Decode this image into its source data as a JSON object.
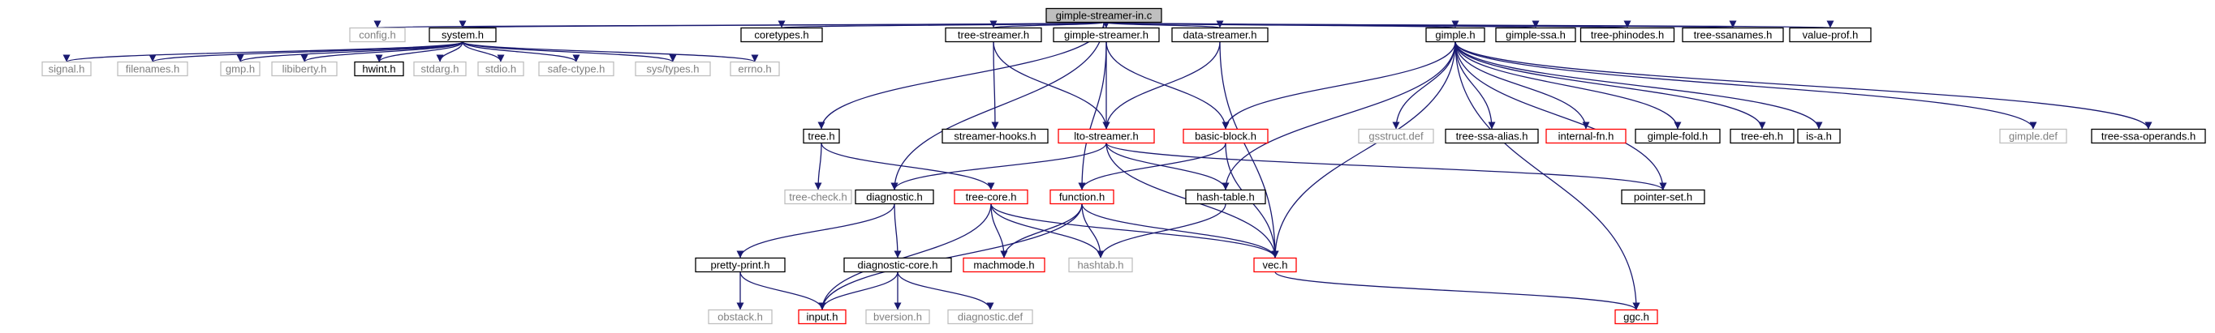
{
  "graph": {
    "colors": {
      "edge": "#191970",
      "black": "#000000",
      "gray": "#bfbfbf",
      "red": "#ff0000",
      "root_fill": "#bfbfbf",
      "gray_text": "#7f7f7f"
    },
    "nodes": [
      {
        "id": "root",
        "label": "gimple-streamer-in.c",
        "style": "root"
      },
      {
        "id": "config",
        "label": "config.h",
        "style": "gray"
      },
      {
        "id": "system",
        "label": "system.h",
        "style": "black"
      },
      {
        "id": "coretypes",
        "label": "coretypes.h",
        "style": "black"
      },
      {
        "id": "treestreamer",
        "label": "tree-streamer.h",
        "style": "black"
      },
      {
        "id": "gimplestreamer",
        "label": "gimple-streamer.h",
        "style": "black"
      },
      {
        "id": "datastreamer",
        "label": "data-streamer.h",
        "style": "black"
      },
      {
        "id": "gimple",
        "label": "gimple.h",
        "style": "black"
      },
      {
        "id": "gimplessa",
        "label": "gimple-ssa.h",
        "style": "black"
      },
      {
        "id": "treephinodes",
        "label": "tree-phinodes.h",
        "style": "black"
      },
      {
        "id": "treessanames",
        "label": "tree-ssanames.h",
        "style": "black"
      },
      {
        "id": "valueprof",
        "label": "value-prof.h",
        "style": "black"
      },
      {
        "id": "signal",
        "label": "signal.h",
        "style": "gray"
      },
      {
        "id": "filenames",
        "label": "filenames.h",
        "style": "gray"
      },
      {
        "id": "gmp",
        "label": "gmp.h",
        "style": "gray"
      },
      {
        "id": "libiberty",
        "label": "libiberty.h",
        "style": "gray"
      },
      {
        "id": "hwint",
        "label": "hwint.h",
        "style": "black"
      },
      {
        "id": "stdarg",
        "label": "stdarg.h",
        "style": "gray"
      },
      {
        "id": "stdio",
        "label": "stdio.h",
        "style": "gray"
      },
      {
        "id": "safectype",
        "label": "safe-ctype.h",
        "style": "gray"
      },
      {
        "id": "systypes",
        "label": "sys/types.h",
        "style": "gray"
      },
      {
        "id": "errno",
        "label": "errno.h",
        "style": "gray"
      },
      {
        "id": "tree",
        "label": "tree.h",
        "style": "black"
      },
      {
        "id": "streamerhooks",
        "label": "streamer-hooks.h",
        "style": "black"
      },
      {
        "id": "ltostreamer",
        "label": "lto-streamer.h",
        "style": "red"
      },
      {
        "id": "basicblock",
        "label": "basic-block.h",
        "style": "red"
      },
      {
        "id": "gsstruct",
        "label": "gsstruct.def",
        "style": "gray"
      },
      {
        "id": "treessaalias",
        "label": "tree-ssa-alias.h",
        "style": "black"
      },
      {
        "id": "internalfn",
        "label": "internal-fn.h",
        "style": "red"
      },
      {
        "id": "gimplefold",
        "label": "gimple-fold.h",
        "style": "black"
      },
      {
        "id": "treeeh",
        "label": "tree-eh.h",
        "style": "black"
      },
      {
        "id": "isa",
        "label": "is-a.h",
        "style": "black"
      },
      {
        "id": "gimpledef",
        "label": "gimple.def",
        "style": "gray"
      },
      {
        "id": "treessaoperands",
        "label": "tree-ssa-operands.h",
        "style": "black"
      },
      {
        "id": "treecheck",
        "label": "tree-check.h",
        "style": "gray"
      },
      {
        "id": "diagnostic",
        "label": "diagnostic.h",
        "style": "black"
      },
      {
        "id": "treecore",
        "label": "tree-core.h",
        "style": "red"
      },
      {
        "id": "function",
        "label": "function.h",
        "style": "red"
      },
      {
        "id": "hashtable",
        "label": "hash-table.h",
        "style": "black"
      },
      {
        "id": "pointerset",
        "label": "pointer-set.h",
        "style": "black"
      },
      {
        "id": "prettyprint",
        "label": "pretty-print.h",
        "style": "black"
      },
      {
        "id": "diagnosticcore",
        "label": "diagnostic-core.h",
        "style": "black"
      },
      {
        "id": "machmode",
        "label": "machmode.h",
        "style": "red"
      },
      {
        "id": "hashtab",
        "label": "hashtab.h",
        "style": "gray"
      },
      {
        "id": "vec",
        "label": "vec.h",
        "style": "red"
      },
      {
        "id": "obstack",
        "label": "obstack.h",
        "style": "gray"
      },
      {
        "id": "input",
        "label": "input.h",
        "style": "red"
      },
      {
        "id": "bversion",
        "label": "bversion.h",
        "style": "gray"
      },
      {
        "id": "diagnosticdef",
        "label": "diagnostic.def",
        "style": "gray"
      },
      {
        "id": "ggc",
        "label": "ggc.h",
        "style": "red"
      }
    ],
    "edges": [
      [
        "root",
        "config"
      ],
      [
        "root",
        "system"
      ],
      [
        "root",
        "coretypes"
      ],
      [
        "root",
        "tree"
      ],
      [
        "root",
        "diagnostic"
      ],
      [
        "root",
        "treestreamer"
      ],
      [
        "root",
        "gimplestreamer"
      ],
      [
        "root",
        "datastreamer"
      ],
      [
        "root",
        "gimple"
      ],
      [
        "root",
        "gimplessa"
      ],
      [
        "root",
        "treephinodes"
      ],
      [
        "root",
        "treessanames"
      ],
      [
        "root",
        "valueprof"
      ],
      [
        "system",
        "signal"
      ],
      [
        "system",
        "filenames"
      ],
      [
        "system",
        "gmp"
      ],
      [
        "system",
        "libiberty"
      ],
      [
        "system",
        "hwint"
      ],
      [
        "system",
        "stdarg"
      ],
      [
        "system",
        "stdio"
      ],
      [
        "system",
        "safectype"
      ],
      [
        "system",
        "systypes"
      ],
      [
        "system",
        "errno"
      ],
      [
        "tree",
        "treecheck"
      ],
      [
        "tree",
        "treecore"
      ],
      [
        "treestreamer",
        "streamerhooks"
      ],
      [
        "treestreamer",
        "ltostreamer"
      ],
      [
        "gimplestreamer",
        "ltostreamer"
      ],
      [
        "gimplestreamer",
        "basicblock"
      ],
      [
        "gimplestreamer",
        "function"
      ],
      [
        "datastreamer",
        "ltostreamer"
      ],
      [
        "datastreamer",
        "vec"
      ],
      [
        "gimple",
        "basicblock"
      ],
      [
        "gimple",
        "gsstruct"
      ],
      [
        "gimple",
        "treessaalias"
      ],
      [
        "gimple",
        "internalfn"
      ],
      [
        "gimple",
        "gimplefold"
      ],
      [
        "gimple",
        "treeeh"
      ],
      [
        "gimple",
        "isa"
      ],
      [
        "gimple",
        "gimpledef"
      ],
      [
        "gimple",
        "treessaoperands"
      ],
      [
        "gimple",
        "hashtable"
      ],
      [
        "gimple",
        "vec"
      ],
      [
        "gimple",
        "ggc"
      ],
      [
        "gimple",
        "pointerset"
      ],
      [
        "ltostreamer",
        "diagnostic"
      ],
      [
        "ltostreamer",
        "hashtable"
      ],
      [
        "ltostreamer",
        "vec"
      ],
      [
        "ltostreamer",
        "pointerset"
      ],
      [
        "basicblock",
        "function"
      ],
      [
        "basicblock",
        "vec"
      ],
      [
        "diagnostic",
        "prettyprint"
      ],
      [
        "diagnostic",
        "diagnosticcore"
      ],
      [
        "treecore",
        "input"
      ],
      [
        "treecore",
        "machmode"
      ],
      [
        "treecore",
        "hashtab"
      ],
      [
        "treecore",
        "vec"
      ],
      [
        "function",
        "machmode"
      ],
      [
        "function",
        "hashtab"
      ],
      [
        "function",
        "vec"
      ],
      [
        "function",
        "input"
      ],
      [
        "hashtable",
        "hashtab"
      ],
      [
        "prettyprint",
        "obstack"
      ],
      [
        "prettyprint",
        "input"
      ],
      [
        "diagnosticcore",
        "input"
      ],
      [
        "diagnosticcore",
        "bversion"
      ],
      [
        "diagnosticcore",
        "diagnosticdef"
      ],
      [
        "vec",
        "ggc"
      ]
    ]
  }
}
